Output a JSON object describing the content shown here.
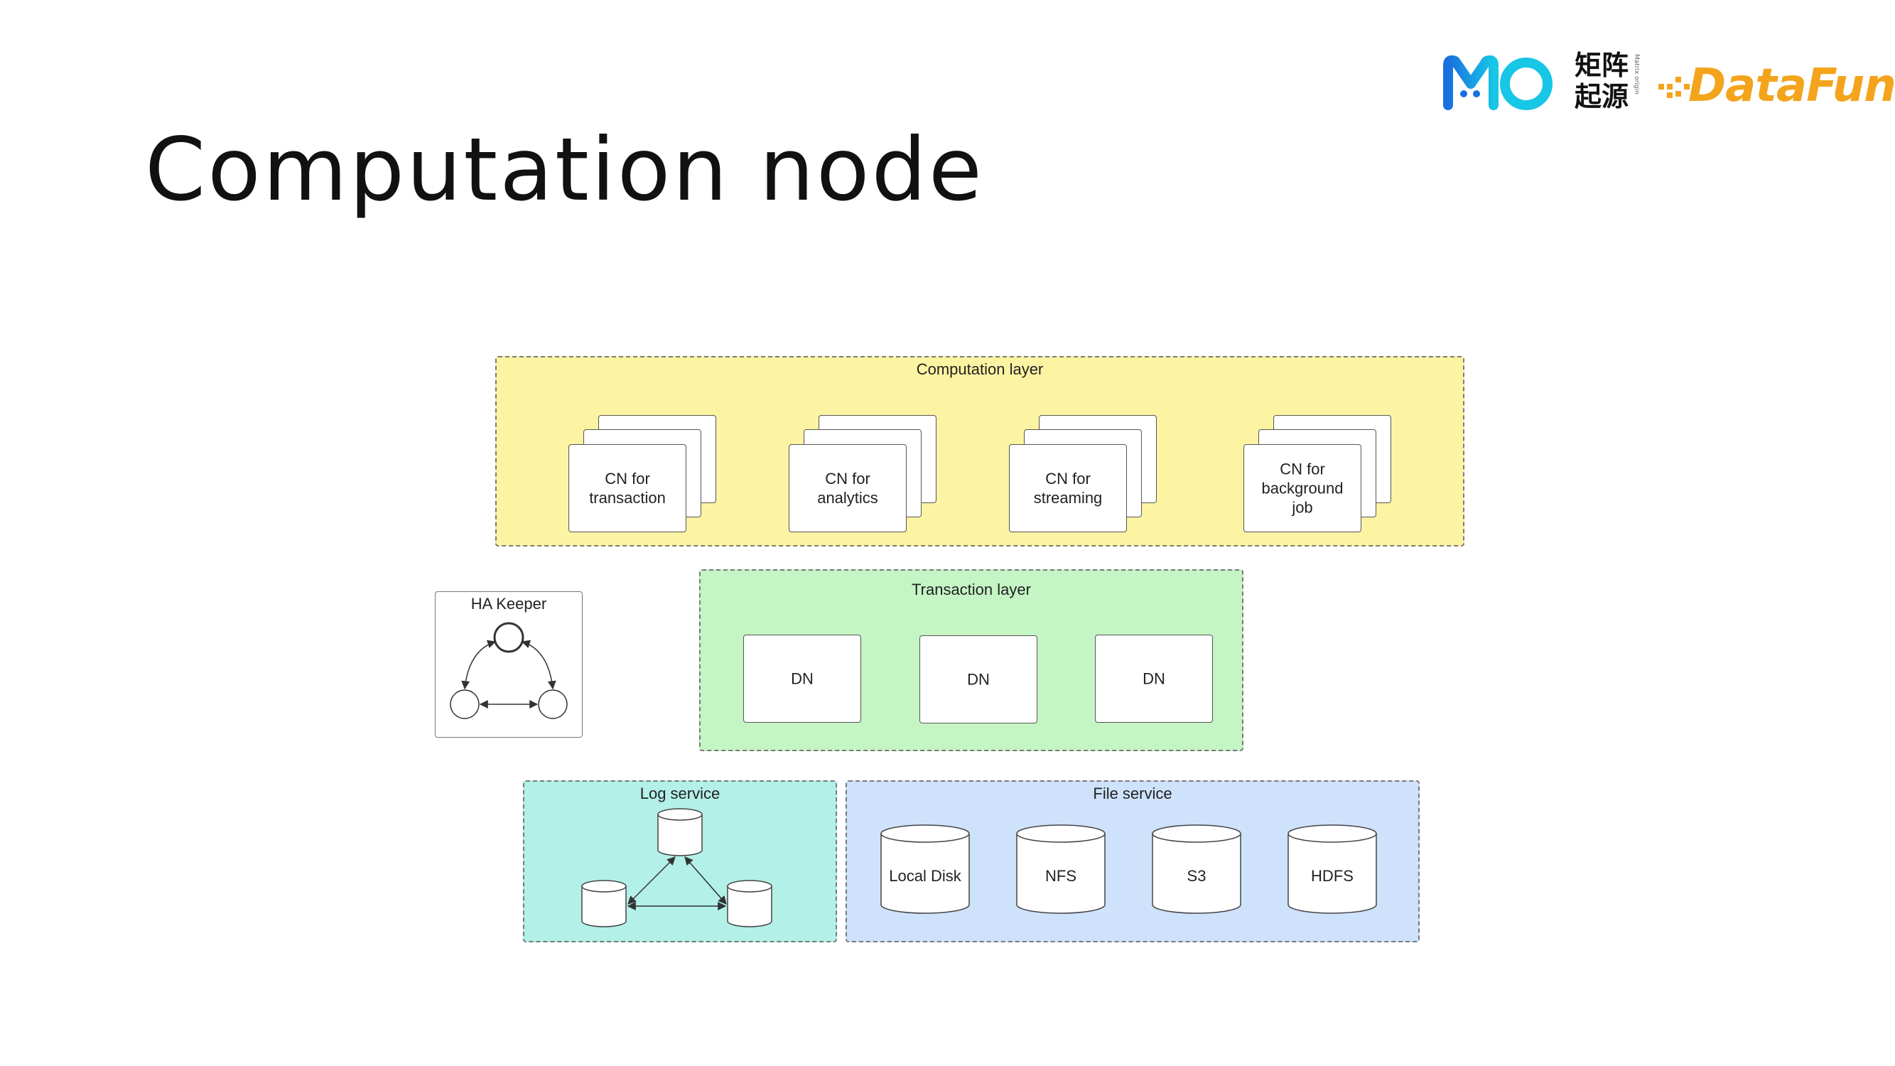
{
  "title": "Computation node",
  "logos": {
    "mo_text": "MO",
    "cn_line1": "矩阵",
    "cn_line2": "起源",
    "vertical_text": "Matrix origin",
    "datafun_text": "DataFun.",
    "colors": {
      "mo_blue": "#1a6fe0",
      "mo_cyan": "#18c6e6",
      "datafun_orange": "#f4a41c"
    }
  },
  "diagram": {
    "computation_layer": {
      "label": "Computation layer",
      "color": "#fdf4a3",
      "nodes": [
        {
          "label": "CN for transaction"
        },
        {
          "label": "CN for analytics"
        },
        {
          "label": "CN for streaming"
        },
        {
          "label": "CN for background job"
        }
      ]
    },
    "transaction_layer": {
      "label": "Transaction layer",
      "color": "#c5f5c5",
      "nodes": [
        {
          "label": "DN"
        },
        {
          "label": "DN"
        },
        {
          "label": "DN"
        }
      ]
    },
    "ha_keeper": {
      "label": "HA Keeper"
    },
    "log_service": {
      "label": "Log service",
      "color": "#b3f0e8"
    },
    "file_service": {
      "label": "File service",
      "color": "#cfe2fb",
      "stores": [
        {
          "label": "Local Disk"
        },
        {
          "label": "NFS"
        },
        {
          "label": "S3"
        },
        {
          "label": "HDFS"
        }
      ]
    }
  }
}
